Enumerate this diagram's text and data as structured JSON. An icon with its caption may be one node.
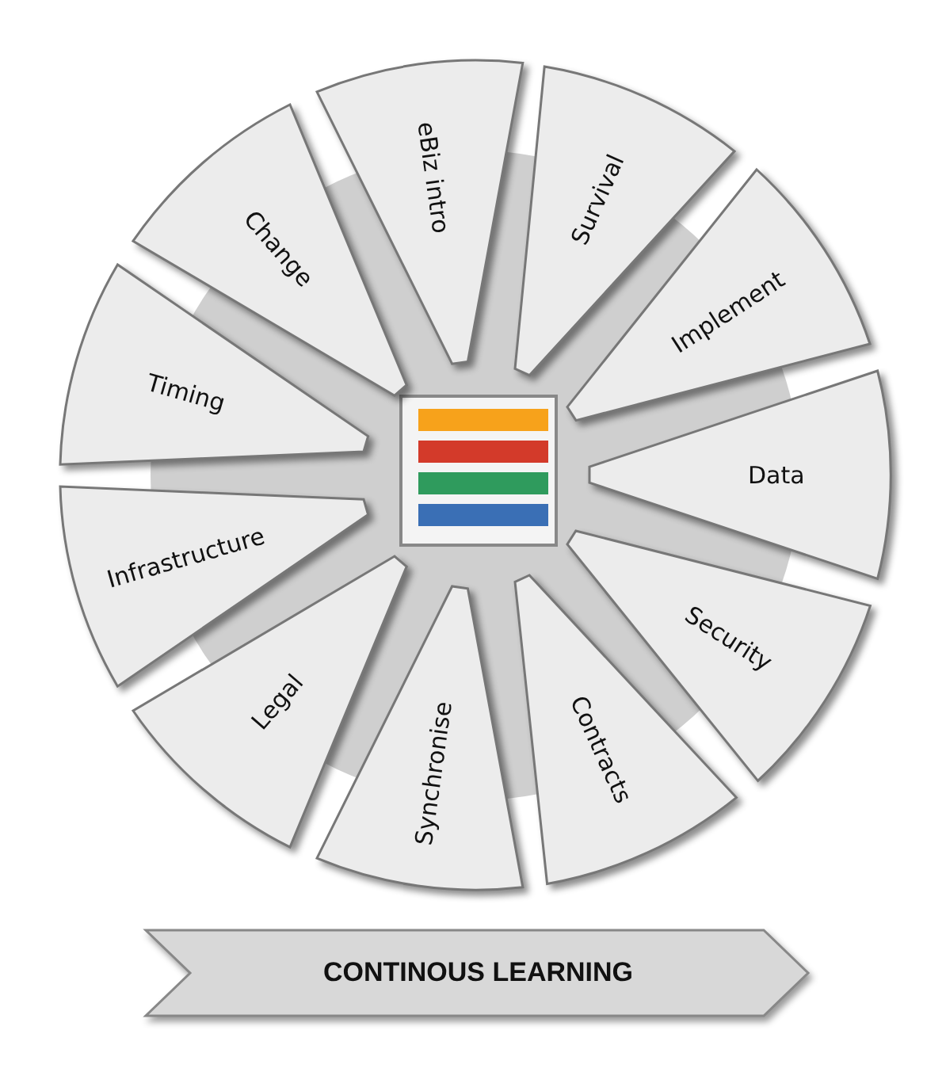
{
  "diagram": {
    "nodes": [
      {
        "text": [
          "Data"
        ]
      },
      {
        "text": [
          "Security"
        ]
      },
      {
        "text": [
          "Contracts"
        ]
      },
      {
        "text": [
          "Synchronise"
        ]
      },
      {
        "text": [
          "Legal"
        ]
      },
      {
        "text": [
          "Infrastructure"
        ]
      },
      {
        "text": [
          "Timing"
        ]
      },
      {
        "text": [
          "Change"
        ]
      },
      {
        "text": [
          "eBiz intro"
        ]
      },
      {
        "text": [
          "Survival"
        ]
      },
      {
        "text": [
          "Implement"
        ]
      },
      {
        "text": [
          "CONTINOUS LEARNING"
        ]
      }
    ]
  }
}
